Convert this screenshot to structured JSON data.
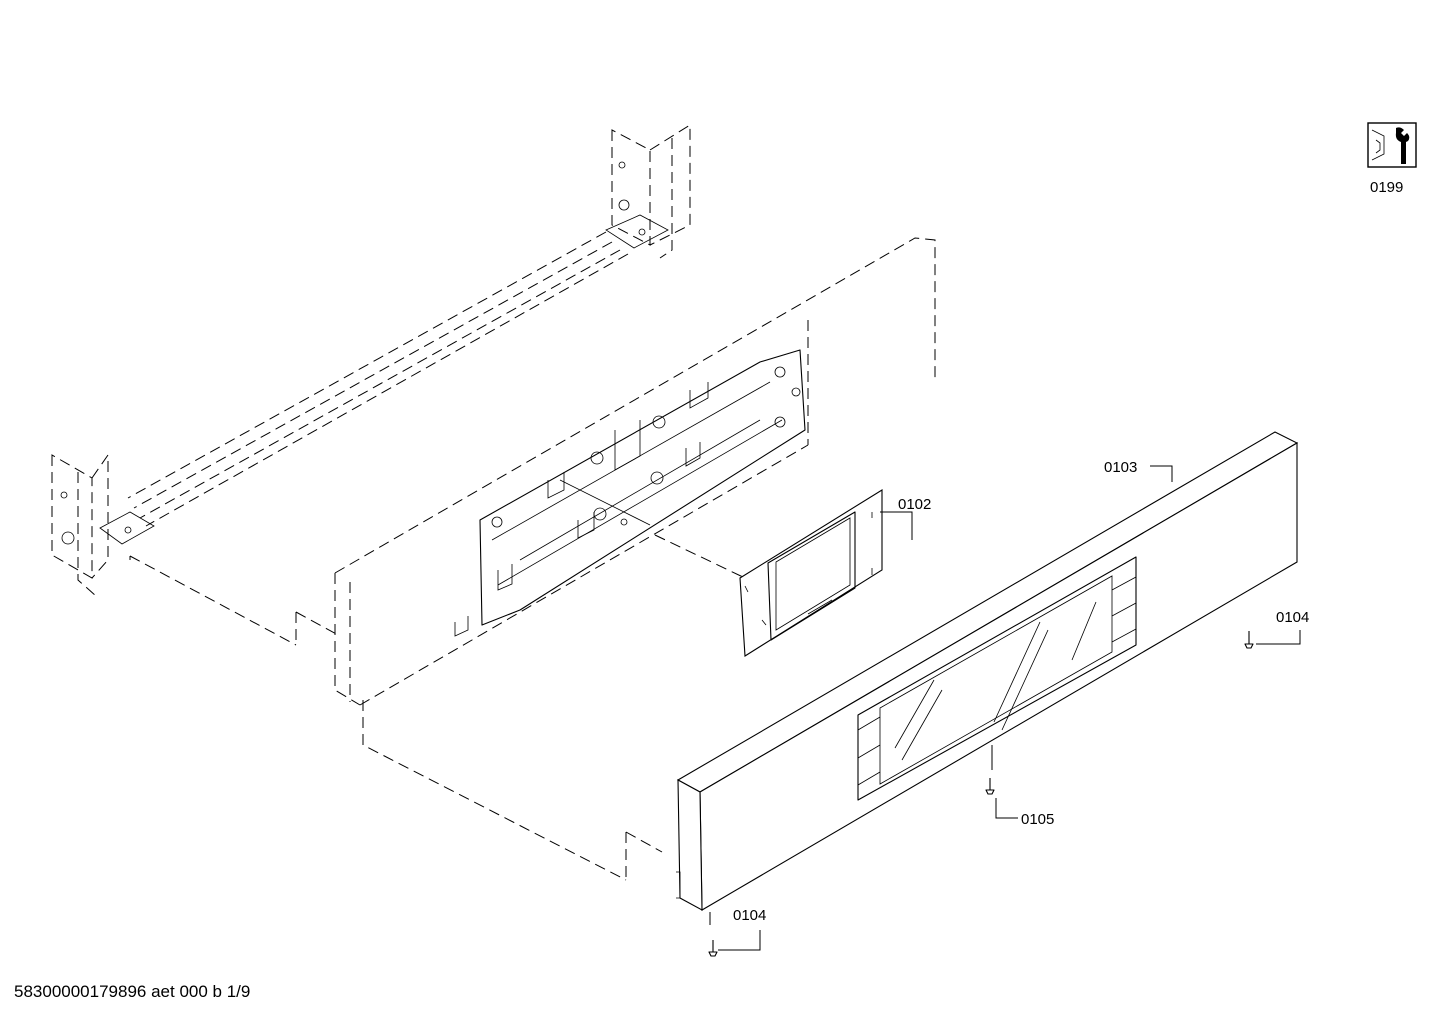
{
  "callouts": {
    "tool_ref": "0199",
    "display_module": "0102",
    "control_panel": "0103",
    "screw_right": "0104",
    "screw_center": "0105",
    "screw_left": "0104"
  },
  "footer": {
    "doc_id": "58300000179896 aet 000 b 1/9"
  }
}
